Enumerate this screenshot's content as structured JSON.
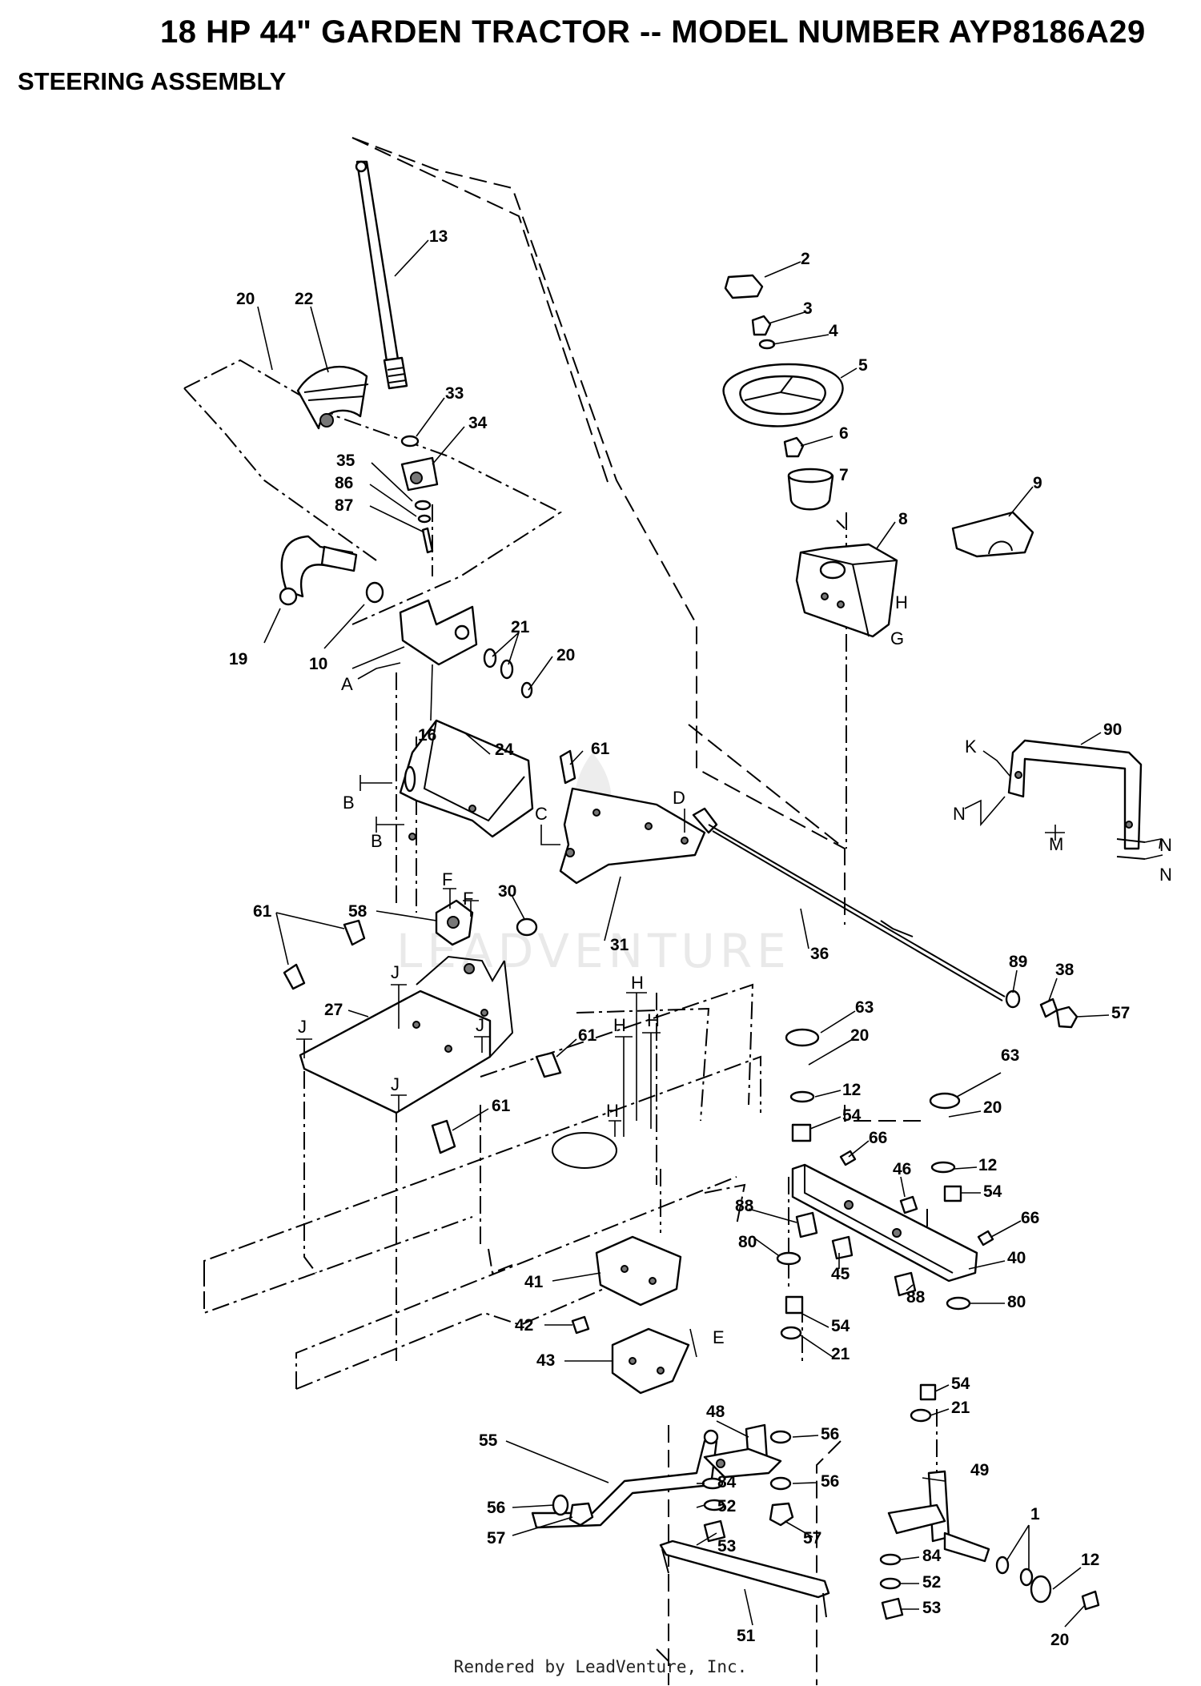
{
  "header": {
    "title": "18 HP 44\" GARDEN TRACTOR -- MODEL NUMBER AYP8186A29",
    "subtitle": "STEERING ASSEMBLY"
  },
  "watermark": "LEADVENTURE",
  "footer": "Rendered by LeadVenture, Inc.",
  "callouts": [
    {
      "id": "c13",
      "text": "13"
    },
    {
      "id": "c20a",
      "text": "20"
    },
    {
      "id": "c22",
      "text": "22"
    },
    {
      "id": "c33",
      "text": "33"
    },
    {
      "id": "c34",
      "text": "34"
    },
    {
      "id": "c35",
      "text": "35"
    },
    {
      "id": "c86",
      "text": "86"
    },
    {
      "id": "c87",
      "text": "87"
    },
    {
      "id": "c19",
      "text": "19"
    },
    {
      "id": "c10",
      "text": "10"
    },
    {
      "id": "c16",
      "text": "16"
    },
    {
      "id": "c21a",
      "text": "21"
    },
    {
      "id": "c20b",
      "text": "20"
    },
    {
      "id": "c2",
      "text": "2"
    },
    {
      "id": "c3",
      "text": "3"
    },
    {
      "id": "c4",
      "text": "4"
    },
    {
      "id": "c5",
      "text": "5"
    },
    {
      "id": "c6",
      "text": "6"
    },
    {
      "id": "c7",
      "text": "7"
    },
    {
      "id": "c8",
      "text": "8"
    },
    {
      "id": "c9",
      "text": "9"
    },
    {
      "id": "c24",
      "text": "24"
    },
    {
      "id": "c61a",
      "text": "61"
    },
    {
      "id": "c90",
      "text": "90"
    },
    {
      "id": "c58",
      "text": "58"
    },
    {
      "id": "c30",
      "text": "30"
    },
    {
      "id": "c31",
      "text": "31"
    },
    {
      "id": "c36",
      "text": "36"
    },
    {
      "id": "c61b",
      "text": "61"
    },
    {
      "id": "c27",
      "text": "27"
    },
    {
      "id": "c89",
      "text": "89"
    },
    {
      "id": "c38",
      "text": "38"
    },
    {
      "id": "c57a",
      "text": "57"
    },
    {
      "id": "c63a",
      "text": "63"
    },
    {
      "id": "c20c",
      "text": "20"
    },
    {
      "id": "c61c",
      "text": "61"
    },
    {
      "id": "c12a",
      "text": "12"
    },
    {
      "id": "c54a",
      "text": "54"
    },
    {
      "id": "c61d",
      "text": "61"
    },
    {
      "id": "c63b",
      "text": "63"
    },
    {
      "id": "c20d",
      "text": "20"
    },
    {
      "id": "c66a",
      "text": "66"
    },
    {
      "id": "c46",
      "text": "46"
    },
    {
      "id": "c12b",
      "text": "12"
    },
    {
      "id": "c54b",
      "text": "54"
    },
    {
      "id": "c88a",
      "text": "88"
    },
    {
      "id": "c66b",
      "text": "66"
    },
    {
      "id": "c80a",
      "text": "80"
    },
    {
      "id": "c40",
      "text": "40"
    },
    {
      "id": "c45",
      "text": "45"
    },
    {
      "id": "c41",
      "text": "41"
    },
    {
      "id": "c88b",
      "text": "88"
    },
    {
      "id": "c80b",
      "text": "80"
    },
    {
      "id": "c42",
      "text": "42"
    },
    {
      "id": "c54c",
      "text": "54"
    },
    {
      "id": "c43",
      "text": "43"
    },
    {
      "id": "c21b",
      "text": "21"
    },
    {
      "id": "c48",
      "text": "48"
    },
    {
      "id": "c54d",
      "text": "54"
    },
    {
      "id": "c21c",
      "text": "21"
    },
    {
      "id": "c55",
      "text": "55"
    },
    {
      "id": "c56a",
      "text": "56"
    },
    {
      "id": "c84a",
      "text": "84"
    },
    {
      "id": "c56b",
      "text": "56"
    },
    {
      "id": "c49",
      "text": "49"
    },
    {
      "id": "c56c",
      "text": "56"
    },
    {
      "id": "c52a",
      "text": "52"
    },
    {
      "id": "c57b",
      "text": "57"
    },
    {
      "id": "c53a",
      "text": "53"
    },
    {
      "id": "c57c",
      "text": "57"
    },
    {
      "id": "c1",
      "text": "1"
    },
    {
      "id": "c84b",
      "text": "84"
    },
    {
      "id": "c12c",
      "text": "12"
    },
    {
      "id": "c52b",
      "text": "52"
    },
    {
      "id": "c51",
      "text": "51"
    },
    {
      "id": "c53b",
      "text": "53"
    },
    {
      "id": "c20e",
      "text": "20"
    }
  ],
  "reference_letters": [
    {
      "id": "A",
      "text": "A"
    },
    {
      "id": "B1",
      "text": "B"
    },
    {
      "id": "B2",
      "text": "B"
    },
    {
      "id": "C",
      "text": "C"
    },
    {
      "id": "D",
      "text": "D"
    },
    {
      "id": "E",
      "text": "E"
    },
    {
      "id": "F1",
      "text": "F"
    },
    {
      "id": "F2",
      "text": "F"
    },
    {
      "id": "G",
      "text": "G"
    },
    {
      "id": "H1",
      "text": "H"
    },
    {
      "id": "H2",
      "text": "H"
    },
    {
      "id": "H3",
      "text": "H"
    },
    {
      "id": "H4",
      "text": "H"
    },
    {
      "id": "H5",
      "text": "H"
    },
    {
      "id": "J1",
      "text": "J"
    },
    {
      "id": "J2",
      "text": "J"
    },
    {
      "id": "J3",
      "text": "J"
    },
    {
      "id": "J4",
      "text": "J"
    },
    {
      "id": "K",
      "text": "K"
    },
    {
      "id": "M",
      "text": "M"
    },
    {
      "id": "N1",
      "text": "N"
    },
    {
      "id": "N2",
      "text": "N"
    },
    {
      "id": "N3",
      "text": "N"
    }
  ]
}
